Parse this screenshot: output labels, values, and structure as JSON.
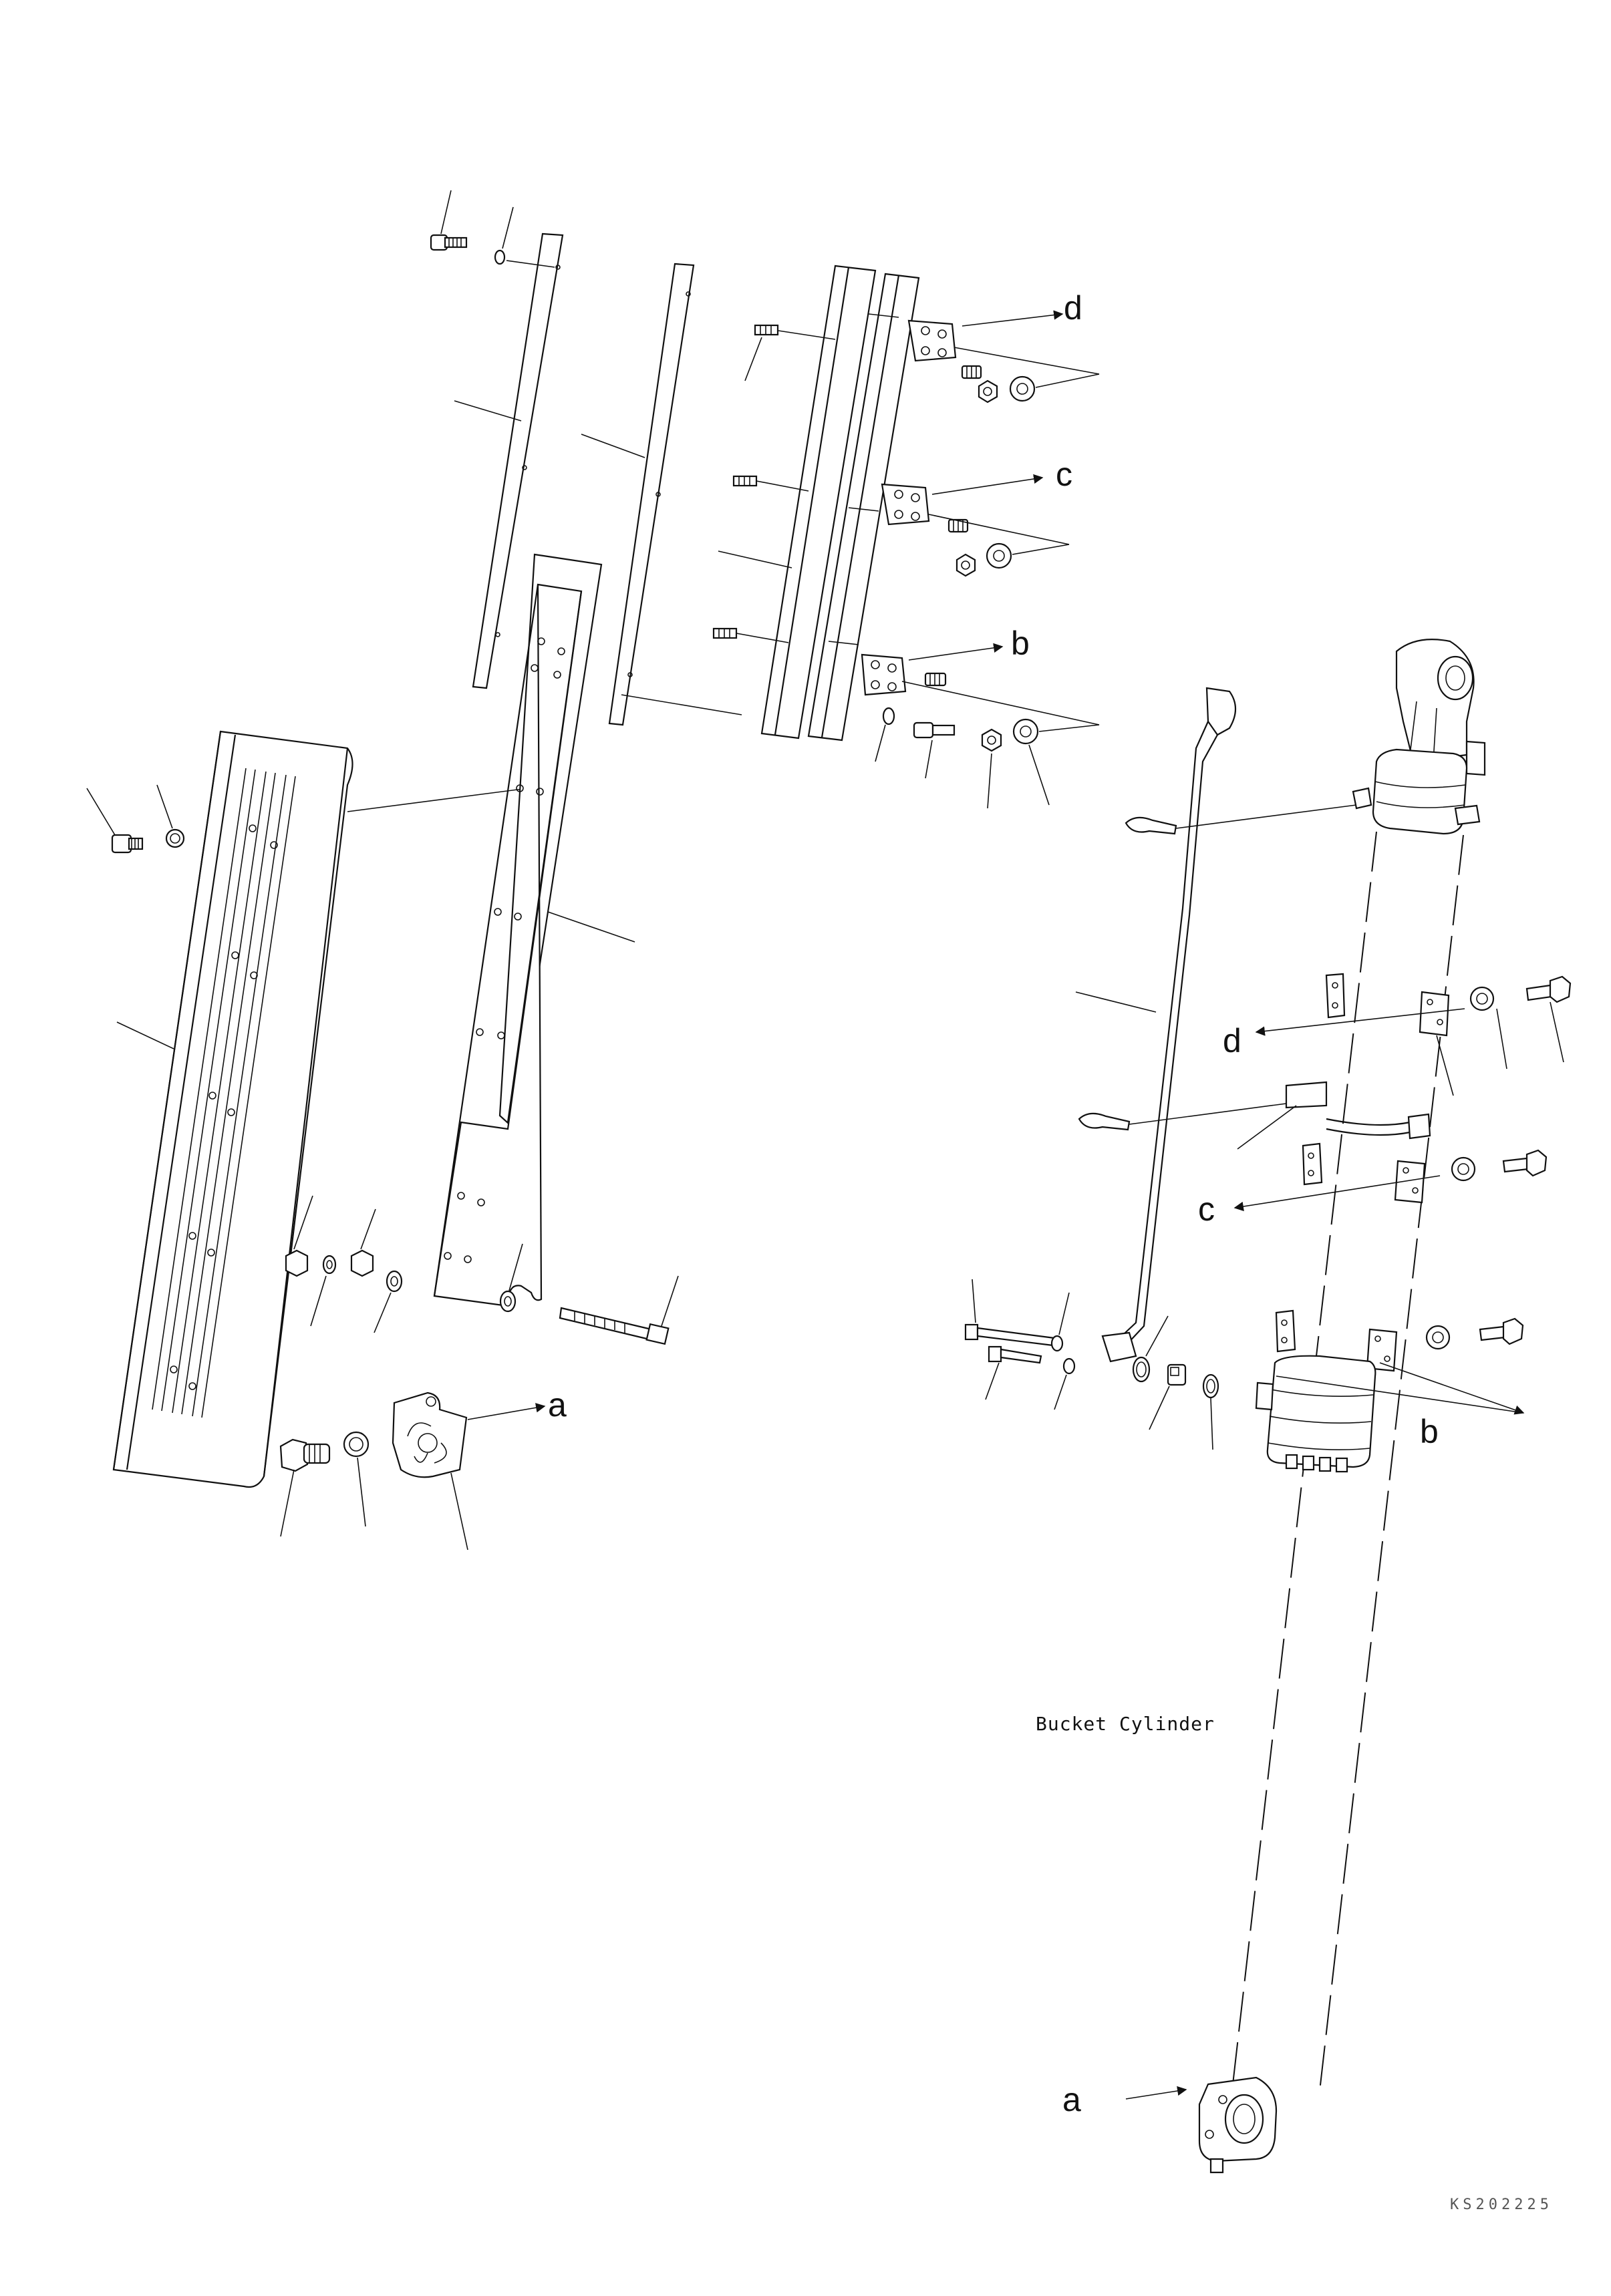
{
  "diagram": {
    "caption": "Bucket Cylinder",
    "drawing_code": "KS202225",
    "callout_letters": {
      "a": "a",
      "b": "b",
      "c": "c",
      "d": "d"
    }
  }
}
